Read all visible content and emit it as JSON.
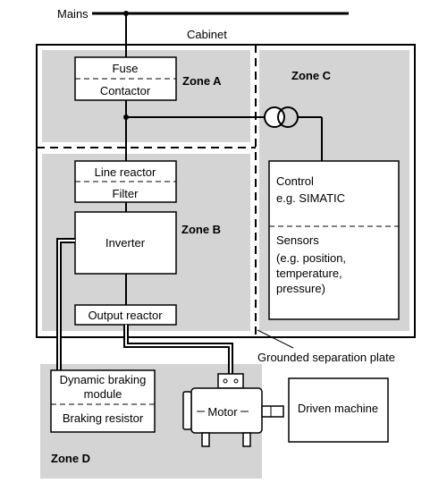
{
  "supply": {
    "mains": "Mains",
    "cabinet": "Cabinet"
  },
  "zones": {
    "a": "Zone A",
    "b": "Zone B",
    "c": "Zone C",
    "d": "Zone D"
  },
  "components": {
    "fuse": "Fuse",
    "contactor": "Contactor",
    "line_reactor": "Line reactor",
    "filter": "Filter",
    "inverter": "Inverter",
    "output_reactor": "Output reactor",
    "control": "Control",
    "control_example": "e.g. SIMATIC",
    "sensors": "Sensors",
    "sensors_detail": [
      "(e.g. position,",
      "temperature,",
      "pressure)"
    ],
    "dynamic_braking": [
      "Dynamic braking",
      "module"
    ],
    "braking_resistor": "Braking resistor",
    "motor": "Motor",
    "driven_machine": "Driven machine"
  },
  "annotations": {
    "separation_plate": "Grounded separation plate"
  },
  "colors": {
    "zone_fill": "#d4d4d4",
    "box_fill": "#ffffff",
    "line": "#000000"
  }
}
